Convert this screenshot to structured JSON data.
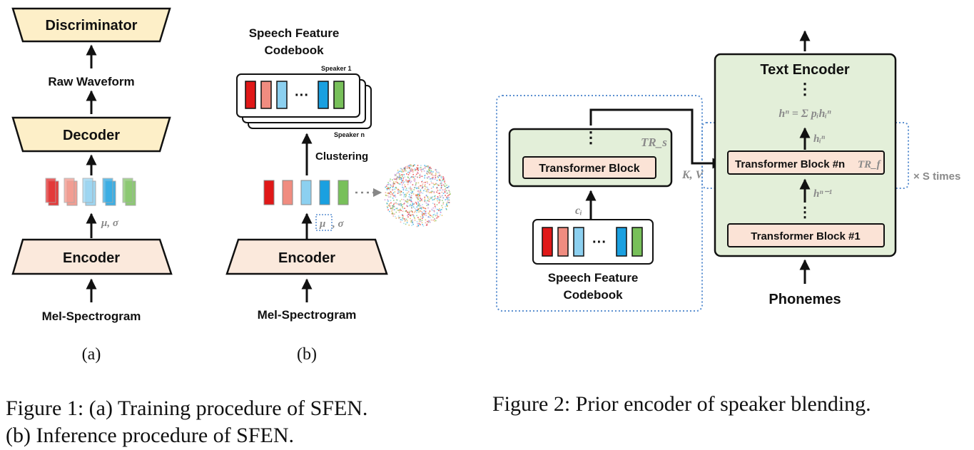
{
  "figure_a": {
    "discriminator": "Discriminator",
    "raw_waveform": "Raw Waveform",
    "decoder": "Decoder",
    "mu_sigma": "μ, σ",
    "encoder": "Encoder",
    "input": "Mel-Spectrogram",
    "sub_label": "(a)"
  },
  "figure_b": {
    "codebook_title_line1": "Speech Feature",
    "codebook_title_line2": "Codebook",
    "speaker_1": "Speaker 1",
    "speaker_n": "Speaker n",
    "ellipsis": "···",
    "clustering": "Clustering",
    "mu": "μ",
    "sigma": ", σ",
    "encoder": "Encoder",
    "input": "Mel-Spectrogram",
    "sub_label": "(b)"
  },
  "figure_2": {
    "text_encoder": "Text Encoder",
    "hn_sum": "hⁿ = Σ pᵢhᵢⁿ",
    "hin": "hᵢⁿ",
    "transformer_block_n": "Transformer Block #n",
    "trf": "TR_f",
    "hn_minus_1": "hⁿ⁻¹",
    "transformer_block_1": "Transformer Block #1",
    "phonemes": "Phonemes",
    "times": "× S times",
    "trs": "TR_s",
    "transformer_block": "Transformer Block",
    "kv": "K, V",
    "ci": "cᵢ",
    "codebook_line1": "Speech Feature",
    "codebook_line2": "Codebook",
    "ellipsis": "···"
  },
  "captions": {
    "fig1_line1": "Figure 1: (a) Training procedure of SFEN.",
    "fig1_line2": "(b) Inference procedure of SFEN.",
    "fig2": "Figure 2: Prior encoder of speaker blending."
  },
  "colors": {
    "trapezoid_yellow": "#fdefc8",
    "trapezoid_peach": "#fbe9dc",
    "green_box": "#e3efd9",
    "block_peach": "#fbe3d6",
    "red": "#e01818",
    "salmon": "#f08c80",
    "light_blue": "#8cd0f0",
    "blue": "#1aa0e0",
    "green": "#78c05a",
    "dotted_blue": "#5b8fd0"
  }
}
